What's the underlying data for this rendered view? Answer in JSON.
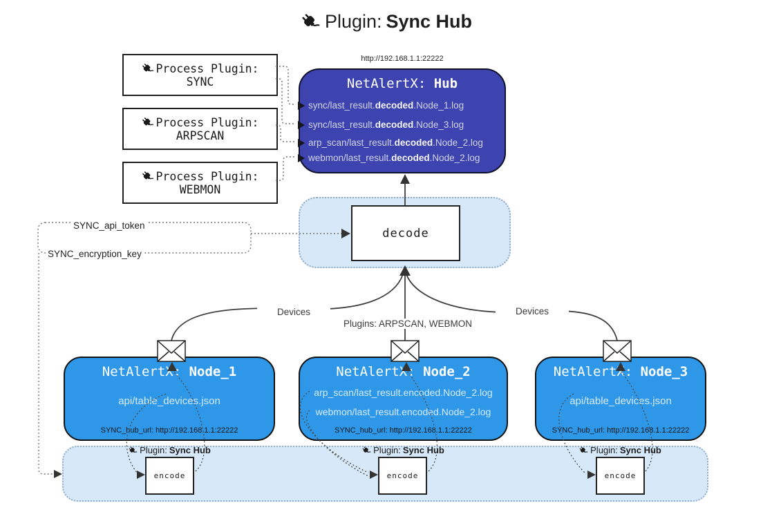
{
  "title": {
    "prefix": "Plugin:",
    "name": "Sync Hub"
  },
  "hub": {
    "url": "http://192.168.1.1:22222",
    "title_prefix": "NetAlertX:",
    "title_name": "Hub",
    "logs": [
      {
        "pre": "sync/last_result.",
        "mid": "decoded",
        "post": ".Node_1.log"
      },
      {
        "pre": "sync/last_result.",
        "mid": "decoded",
        "post": ".Node_3.log"
      },
      {
        "pre": "arp_scan/last_result.",
        "mid": "decoded",
        "post": ".Node_2.log"
      },
      {
        "pre": "webmon/last_result.",
        "mid": "decoded",
        "post": ".Node_2.log"
      }
    ]
  },
  "process_plugins": [
    {
      "label": "Process Plugin:",
      "name": "SYNC"
    },
    {
      "label": "Process Plugin:",
      "name": "ARPSCAN"
    },
    {
      "label": "Process Plugin:",
      "name": "WEBMON"
    }
  ],
  "decode": {
    "label": "decode"
  },
  "config": {
    "api_token": "SYNC_api_token",
    "encryption_key": "SYNC_encryption_key"
  },
  "edges": {
    "devices_left": "Devices",
    "devices_right": "Devices",
    "plugins": "Plugins: ARPSCAN, WEBMON"
  },
  "nodes": [
    {
      "title_prefix": "NetAlertX:",
      "title_name": "Node_1",
      "files": [
        "api/table_devices.json"
      ],
      "hub_url": "SYNC_hub_url: http://192.168.1.1:22222"
    },
    {
      "title_prefix": "NetAlertX:",
      "title_name": "Node_2",
      "files": [
        "arp_scan/last_result.encoded.Node_2.log",
        "webmon/last_result.encoded.Node_2.log"
      ],
      "hub_url": "SYNC_hub_url: http://192.168.1.1:22222"
    },
    {
      "title_prefix": "NetAlertX:",
      "title_name": "Node_3",
      "files": [
        "api/table_devices.json"
      ],
      "hub_url": "SYNC_hub_url: http://192.168.1.1:22222"
    }
  ],
  "encoders": [
    {
      "plugin_prefix": "Plugin:",
      "plugin_name": "Sync Hub",
      "label": "encode"
    },
    {
      "plugin_prefix": "Plugin:",
      "plugin_name": "Sync Hub",
      "label": "encode"
    },
    {
      "plugin_prefix": "Plugin:",
      "plugin_name": "Sync Hub",
      "label": "encode"
    }
  ],
  "colors": {
    "hub_fill": "#3d44b0",
    "node_fill": "#2e97e8",
    "band_fill": "#d7e8f8",
    "hub_text": "#d2d5e8",
    "node_text": "#d5ebfd"
  }
}
